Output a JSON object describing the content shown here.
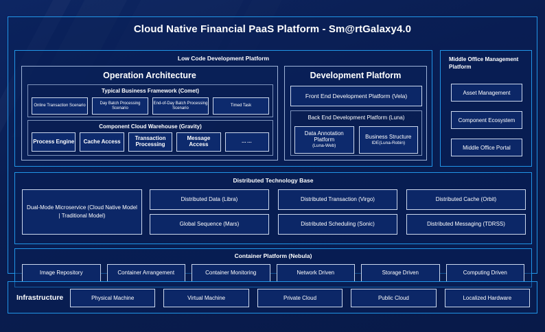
{
  "title": "Cloud Native Financial PaaS Platform - Sm@rtGalaxy4.0",
  "colors": {
    "background": "#0a1d50",
    "accent_cyan": "#2196e8",
    "panel_border": "#9fb4d8",
    "box_border": "#cdd9ee",
    "box_fill": "#0c2767",
    "text": "#ffffff"
  },
  "low_code": {
    "title": "Low Code Development Platform",
    "operation_architecture": {
      "title": "Operation Architecture",
      "comet": {
        "title": "Typical Business Framework (Comet)",
        "items": [
          "Online Transaction Scenario",
          "Day Batch Processing Scenario",
          "End-of-Day Batch Processing Scenario",
          "Timed Task"
        ]
      },
      "gravity": {
        "title": "Component Cloud Warehouse (Gravity)",
        "items": [
          "Process Engine",
          "Cache Access",
          "Transaction Processing",
          "Message Access",
          "……"
        ]
      }
    },
    "development_platform": {
      "title": "Development Platform",
      "front_end": "Front End Development Platform (Vela)",
      "back_end": {
        "title": "Back End Development Platform (Luna)",
        "items": [
          {
            "main": "Data Annotation Platform",
            "sub": "(Luna-Web)"
          },
          {
            "main": "Business Structure",
            "sub": "IDE(Luna-Robin)"
          }
        ]
      }
    }
  },
  "middle_office": {
    "title": "Middle Office Management Platform",
    "items": [
      "Asset Management",
      "Component Ecosystem",
      "Middle Office Portal"
    ]
  },
  "distributed_technology_base": {
    "title": "Distributed Technology Base",
    "dual_mode": "Dual-Mode Microservice (Cloud Native Model | Traditional Model)",
    "items": [
      "Distributed Data (Libra)",
      "Distributed Transaction (Virgo)",
      "Distributed Cache (Orbit)",
      "Global Sequence (Mars)",
      "Distributed Scheduling (Sonic)",
      "Distributed Messaging (TDRSS)"
    ]
  },
  "container_platform": {
    "title": "Container Platform (Nebula)",
    "items": [
      "Image Repository",
      "Container Arrangement",
      "Container Monitoring",
      "Network Driven",
      "Storage Driven",
      "Computing Driven"
    ]
  },
  "infrastructure": {
    "label": "Infrastructure",
    "items": [
      "Physical Machine",
      "Virtual Machine",
      "Private Cloud",
      "Public Cloud",
      "Localized Hardware"
    ]
  }
}
